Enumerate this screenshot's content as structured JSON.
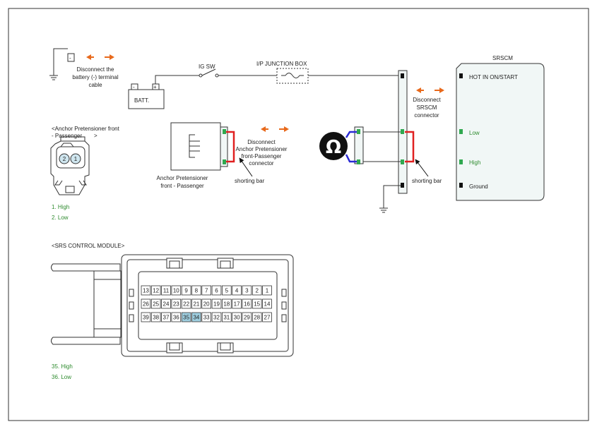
{
  "colors": {
    "arrow": "#e8691b",
    "green_pin": "#2fa84f",
    "black_pin": "#111111",
    "blue_wire": "#2a2ad4",
    "red_wire": "#e02020",
    "highlight_pin": "#9fcfe0",
    "connector_fill": "#f1f7f6",
    "note_text": "#2e8b2e"
  },
  "labels": {
    "disconnect_battery": [
      "Disconnect the",
      "battery (-) terminal",
      "cable"
    ],
    "ig_sw": "IG SW",
    "ip_junction_box": "I/P JUNCTION BOX",
    "batt": "BATT.",
    "srscm_title": "SRSCM",
    "disconnect_srscm": [
      "Disconnect",
      "SRSCM",
      "connector"
    ],
    "disconnect_anchor": [
      "Disconnect",
      "Anchor Pretensioner",
      "front-Passenger",
      "connector"
    ],
    "anchor_component": [
      "Anchor Pretensioner",
      "front - Passenger"
    ],
    "shorting_bar_1": "shorting bar",
    "shorting_bar_2": "shorting bar",
    "ohm_symbol": "Ω",
    "terminal_neg": "-",
    "terminal_neg_batt": "-",
    "terminal_pos_batt": "+"
  },
  "srscm_pins": {
    "hot": "HOT IN ON/START",
    "low": "Low",
    "high": "High",
    "ground": "Ground"
  },
  "anchor_connector": {
    "title": [
      "<Anchor Pretensioner front",
      "- Passenger",
      ">"
    ],
    "pin_2": "2",
    "pin_1": "1",
    "notes": [
      "1. High",
      "2. Low"
    ]
  },
  "srs_module": {
    "title": "<SRS CONTROL MODULE>",
    "rows": [
      [
        "13",
        "12",
        "11",
        "10",
        "9",
        "8",
        "7",
        "6",
        "5",
        "4",
        "3",
        "2",
        "1"
      ],
      [
        "26",
        "25",
        "24",
        "23",
        "22",
        "21",
        "20",
        "19",
        "18",
        "17",
        "16",
        "15",
        "14"
      ],
      [
        "39",
        "38",
        "37",
        "36",
        "35",
        "34",
        "33",
        "32",
        "31",
        "30",
        "29",
        "28",
        "27"
      ]
    ],
    "highlighted": [
      "35",
      "34"
    ],
    "notes": [
      "35. High",
      "36. Low"
    ]
  }
}
